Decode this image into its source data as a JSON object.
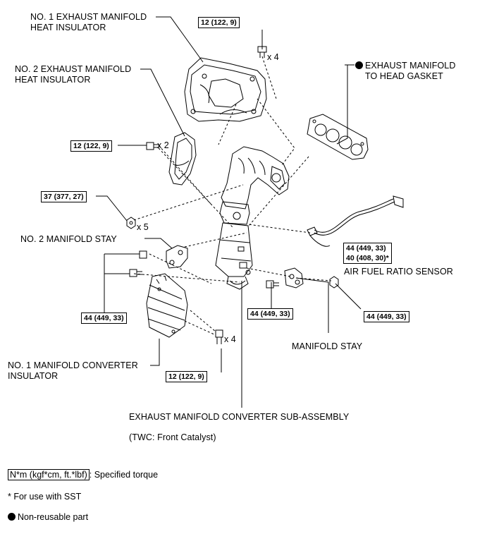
{
  "labels": {
    "heat_insulator_1_line1": "NO. 1 EXHAUST MANIFOLD",
    "heat_insulator_1_line2": "HEAT INSULATOR",
    "heat_insulator_2_line1": "NO. 2 EXHAUST MANIFOLD",
    "heat_insulator_2_line2": "HEAT INSULATOR",
    "gasket_line1": "EXHAUST MANIFOLD",
    "gasket_line2": "TO HEAD GASKET",
    "manifold_stay_2": "NO. 2 MANIFOLD STAY",
    "converter_insulator_line1": "NO. 1 MANIFOLD CONVERTER",
    "converter_insulator_line2": "INSULATOR",
    "air_fuel_sensor": "AIR FUEL RATIO SENSOR",
    "manifold_stay": "MANIFOLD STAY",
    "converter_sub_assembly": "EXHAUST MANIFOLD CONVERTER SUB-ASSEMBLY",
    "twc": "(TWC: Front Catalyst)"
  },
  "torques": {
    "top_bolts": "12 (122, 9)",
    "insulator2_bolts": "12 (122, 9)",
    "manifold_nuts": "37 (377, 27)",
    "stay2_bolts": "44 (449, 33)",
    "sensor_line1": "44 (449, 33)",
    "sensor_line2": "40 (408, 30)*",
    "stay_bolt": "44 (449, 33)",
    "stay_nut": "44 (449, 33)",
    "converter_insulator_bolts": "12 (122, 9)"
  },
  "quantities": {
    "top_bolts": "x 4",
    "insulator2_bolts": "x 2",
    "manifold_nuts": "x 5",
    "converter_insulator_bolts": "x 4"
  },
  "legend": {
    "torque_unit": "N*m (kgf*cm, ft.*lbf)",
    "torque_desc": ": Specified torque",
    "sst_note": "* For use with SST",
    "non_reusable": "Non-reusable part"
  },
  "icons": {
    "non_reusable_marker": "filled-circle-icon"
  }
}
